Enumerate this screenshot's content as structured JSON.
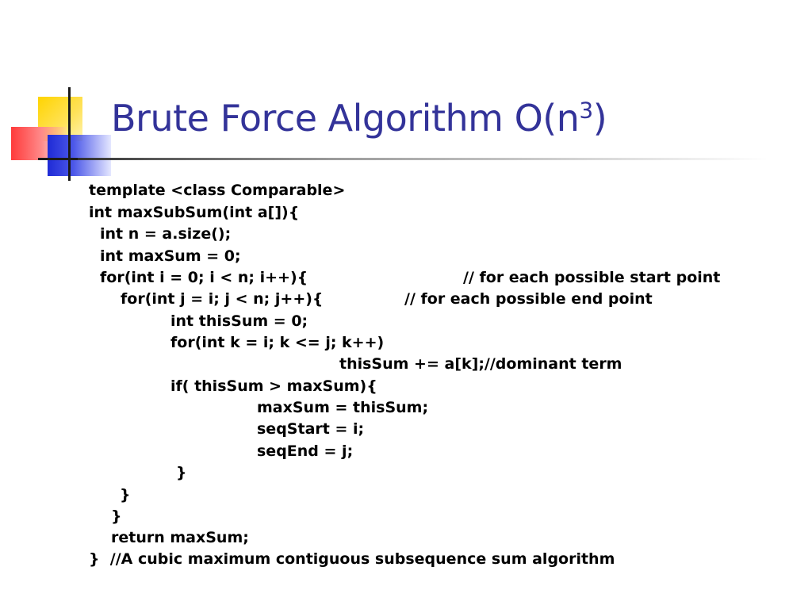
{
  "slide": {
    "title_main": "Brute Force Algorithm O(n",
    "title_sup": "3",
    "title_end": ")",
    "colors": {
      "title": "#333399",
      "accent_yellow": "#ffd400",
      "accent_red": "#ff3a3a",
      "accent_blue": "#1f2bd6"
    }
  },
  "code": {
    "lines": [
      "template <class Comparable>",
      "int maxSubSum(int a[]){",
      "int n = a.size();",
      "int maxSum = 0;",
      "for(int i = 0; i < n; i++){",
      "for(int j = i; j < n; j++){",
      "int thisSum = 0;",
      "for(int k = i; k <= j; k++)",
      "thisSum += a[k];//dominant term",
      "if( thisSum > maxSum){",
      "maxSum = thisSum;",
      "seqStart = i;",
      "seqEnd = j;",
      "}",
      "}",
      "}",
      "return maxSum;",
      "}  //A cubic maximum contiguous subsequence sum algorithm"
    ],
    "comments": {
      "start_point": "// for each possible start point",
      "end_point": "// for each possible end point"
    }
  }
}
